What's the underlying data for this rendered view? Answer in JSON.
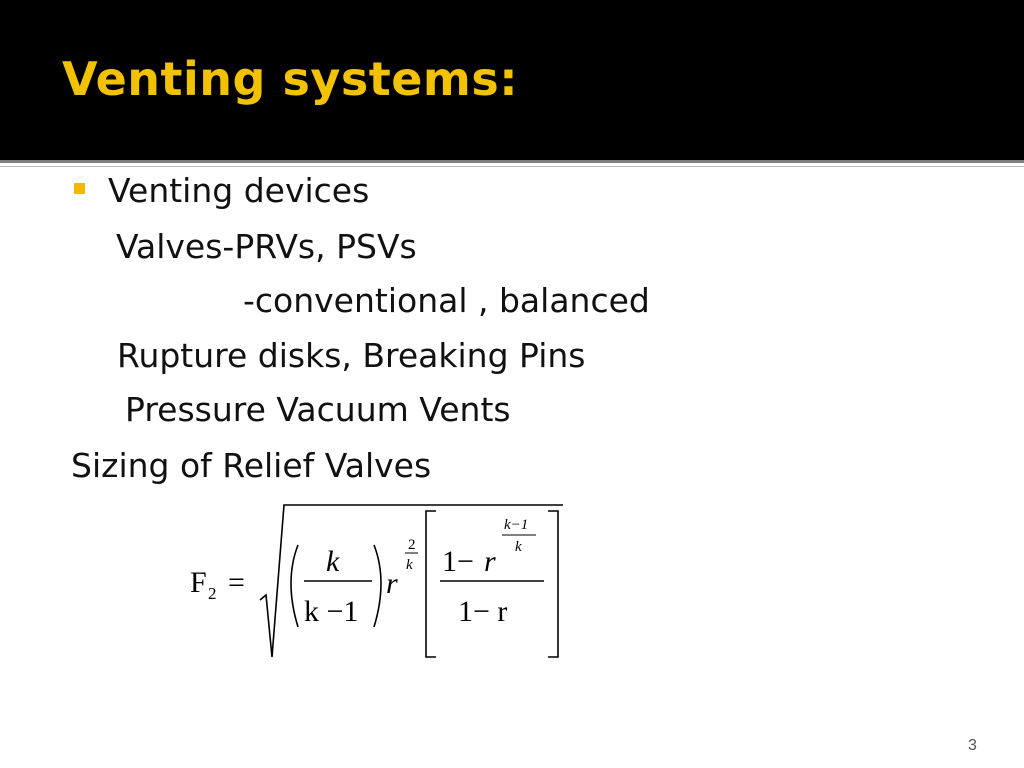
{
  "slide": {
    "title": "Venting systems:",
    "bullets": [
      "Venting devices",
      "Valves-PRVs, PSVs",
      "-conventional , balanced",
      "Rupture disks, Breaking Pins",
      "Pressure Vacuum Vents",
      "Sizing of Relief Valves"
    ],
    "formula": {
      "lhs": "F",
      "lhs_sub": "2",
      "equals": "=",
      "k": "k",
      "k_minus_1": "k −1",
      "r": "r",
      "exp_num": "2",
      "exp_den": "k",
      "one_minus": "1−",
      "inner_exp_num": "k−1",
      "inner_exp_den": "k",
      "denominator": "1− r"
    },
    "page_number": "3"
  },
  "colors": {
    "title_bar": "#000000",
    "title_text": "#f2c200",
    "bullet": "#f2b800",
    "body_text": "#111111"
  }
}
